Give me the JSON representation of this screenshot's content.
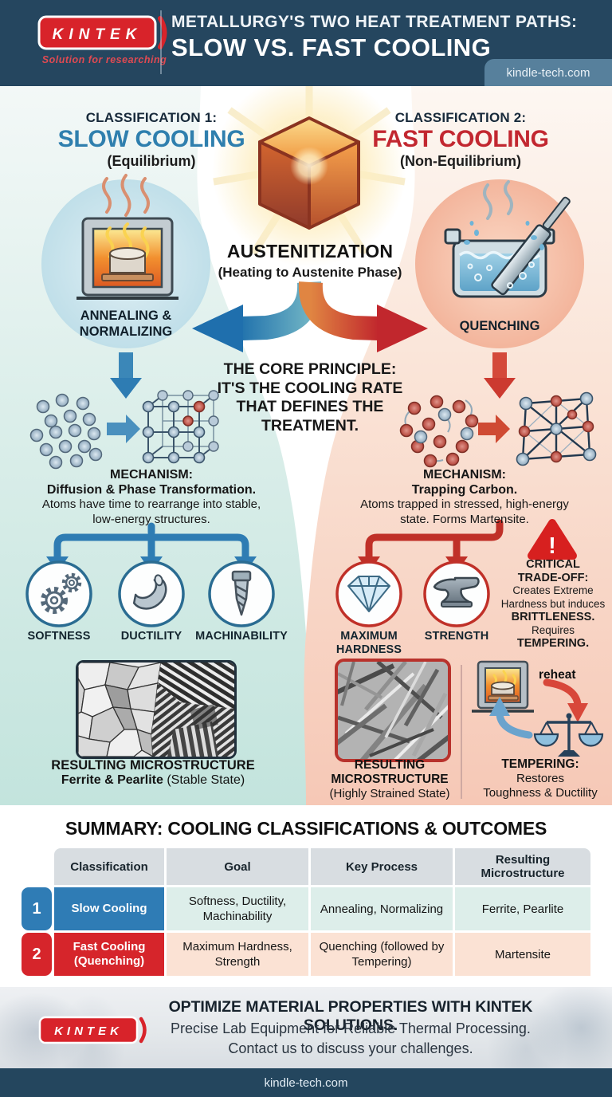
{
  "header": {
    "logo_text": "KINTEK",
    "logo_tagline": "Solution for researching",
    "title_line1": "METALLURGY'S TWO HEAT TREATMENT PATHS:",
    "title_line2": "SLOW VS. FAST COOLING",
    "site": "kindle-tech.com"
  },
  "center": {
    "process_title": "AUSTENITIZATION",
    "process_subtitle": "(Heating to Austenite Phase)",
    "principle_line1": "THE CORE PRINCIPLE:",
    "principle_line2": "IT'S THE COOLING RATE",
    "principle_line3": "THAT DEFINES THE",
    "principle_line4": "TREATMENT."
  },
  "left_path": {
    "classification": "CLASSIFICATION 1:",
    "name": "SLOW COOLING",
    "subtitle": "(Equilibrium)",
    "process_line1": "ANNEALING &",
    "process_line2": "NORMALIZING",
    "mechanism_title": "MECHANISM:",
    "mechanism_bold": "Diffusion & Phase Transformation.",
    "mechanism_desc1": "Atoms have time to rearrange into stable,",
    "mechanism_desc2": "low-energy structures.",
    "properties": [
      "SOFTNESS",
      "DUCTILITY",
      "MACHINABILITY"
    ],
    "micro_title": "RESULTING MICROSTRUCTURE",
    "micro_bold": "Ferrite & Pearlite",
    "micro_note": "(Stable State)"
  },
  "right_path": {
    "classification": "CLASSIFICATION 2:",
    "name": "FAST COOLING",
    "subtitle": "(Non-Equilibrium)",
    "process_line1": "QUENCHING",
    "mechanism_title": "MECHANISM:",
    "mechanism_bold": "Trapping Carbon.",
    "mechanism_desc1": "Atoms trapped in stressed, high-energy",
    "mechanism_desc2": "state. Forms Martensite.",
    "properties": [
      "MAXIMUM HARDNESS",
      "STRENGTH"
    ],
    "tradeoff_title1": "CRITICAL",
    "tradeoff_title2": "TRADE-OFF:",
    "tradeoff_l1": "Creates Extreme",
    "tradeoff_l2": "Hardness but induces",
    "tradeoff_l3": "BRITTLENESS.",
    "tradeoff_l4": "Requires",
    "tradeoff_l5": "TEMPERING.",
    "micro_line1": "RESULTING",
    "micro_line2": "MICROSTRUCTURE",
    "micro_note": "(Highly Strained State)",
    "reheat_label": "reheat",
    "tempering_title": "TEMPERING:",
    "tempering_l1": "Restores",
    "tempering_l2": "Toughness & Ductility"
  },
  "summary": {
    "title": "SUMMARY: COOLING CLASSIFICATIONS & OUTCOMES",
    "columns": [
      "Classification",
      "Goal",
      "Key Process",
      "Resulting Microstructure"
    ],
    "rows": [
      {
        "num": "1",
        "label": "Slow Cooling",
        "goal": "Softness, Ductility, Machinability",
        "process": "Annealing, Normalizing",
        "micro": "Ferrite, Pearlite"
      },
      {
        "num": "2",
        "label": "Fast Cooling (Quenching)",
        "goal": "Maximum Hardness, Strength",
        "process": "Quenching (followed by Tempering)",
        "micro": "Martensite"
      }
    ]
  },
  "footer": {
    "logo_text": "KINTEK",
    "line1": "OPTIMIZE MATERIAL PROPERTIES WITH KINTEK SOLUTIONS.",
    "line2": "Precise Lab Equipment for Reliable Thermal Processing.",
    "line3": "Contact us to discuss your challenges.",
    "site": "kindle-tech.com"
  },
  "colors": {
    "navy": "#25465f",
    "accent_blue": "#2f7cb5",
    "accent_red": "#d6252b",
    "teal_bg": "#c7e6e0",
    "peach_bg": "#f7cbb9"
  },
  "icons": {
    "furnace": "furnace-with-crucible",
    "quench_tank": "water-tank-with-rod",
    "dispersed_atoms": "atom-cluster",
    "ordered_lattice": "cubic-crystal-lattice",
    "strained_lattice": "body-centered-strained-lattice",
    "softness": "gears",
    "ductility": "bent-channel",
    "machinability": "drill-bit",
    "max_hardness": "diamond",
    "strength": "anvil",
    "warning": "red-triangle-exclamation",
    "tempering_cycle": "furnace-and-balance-scale"
  }
}
